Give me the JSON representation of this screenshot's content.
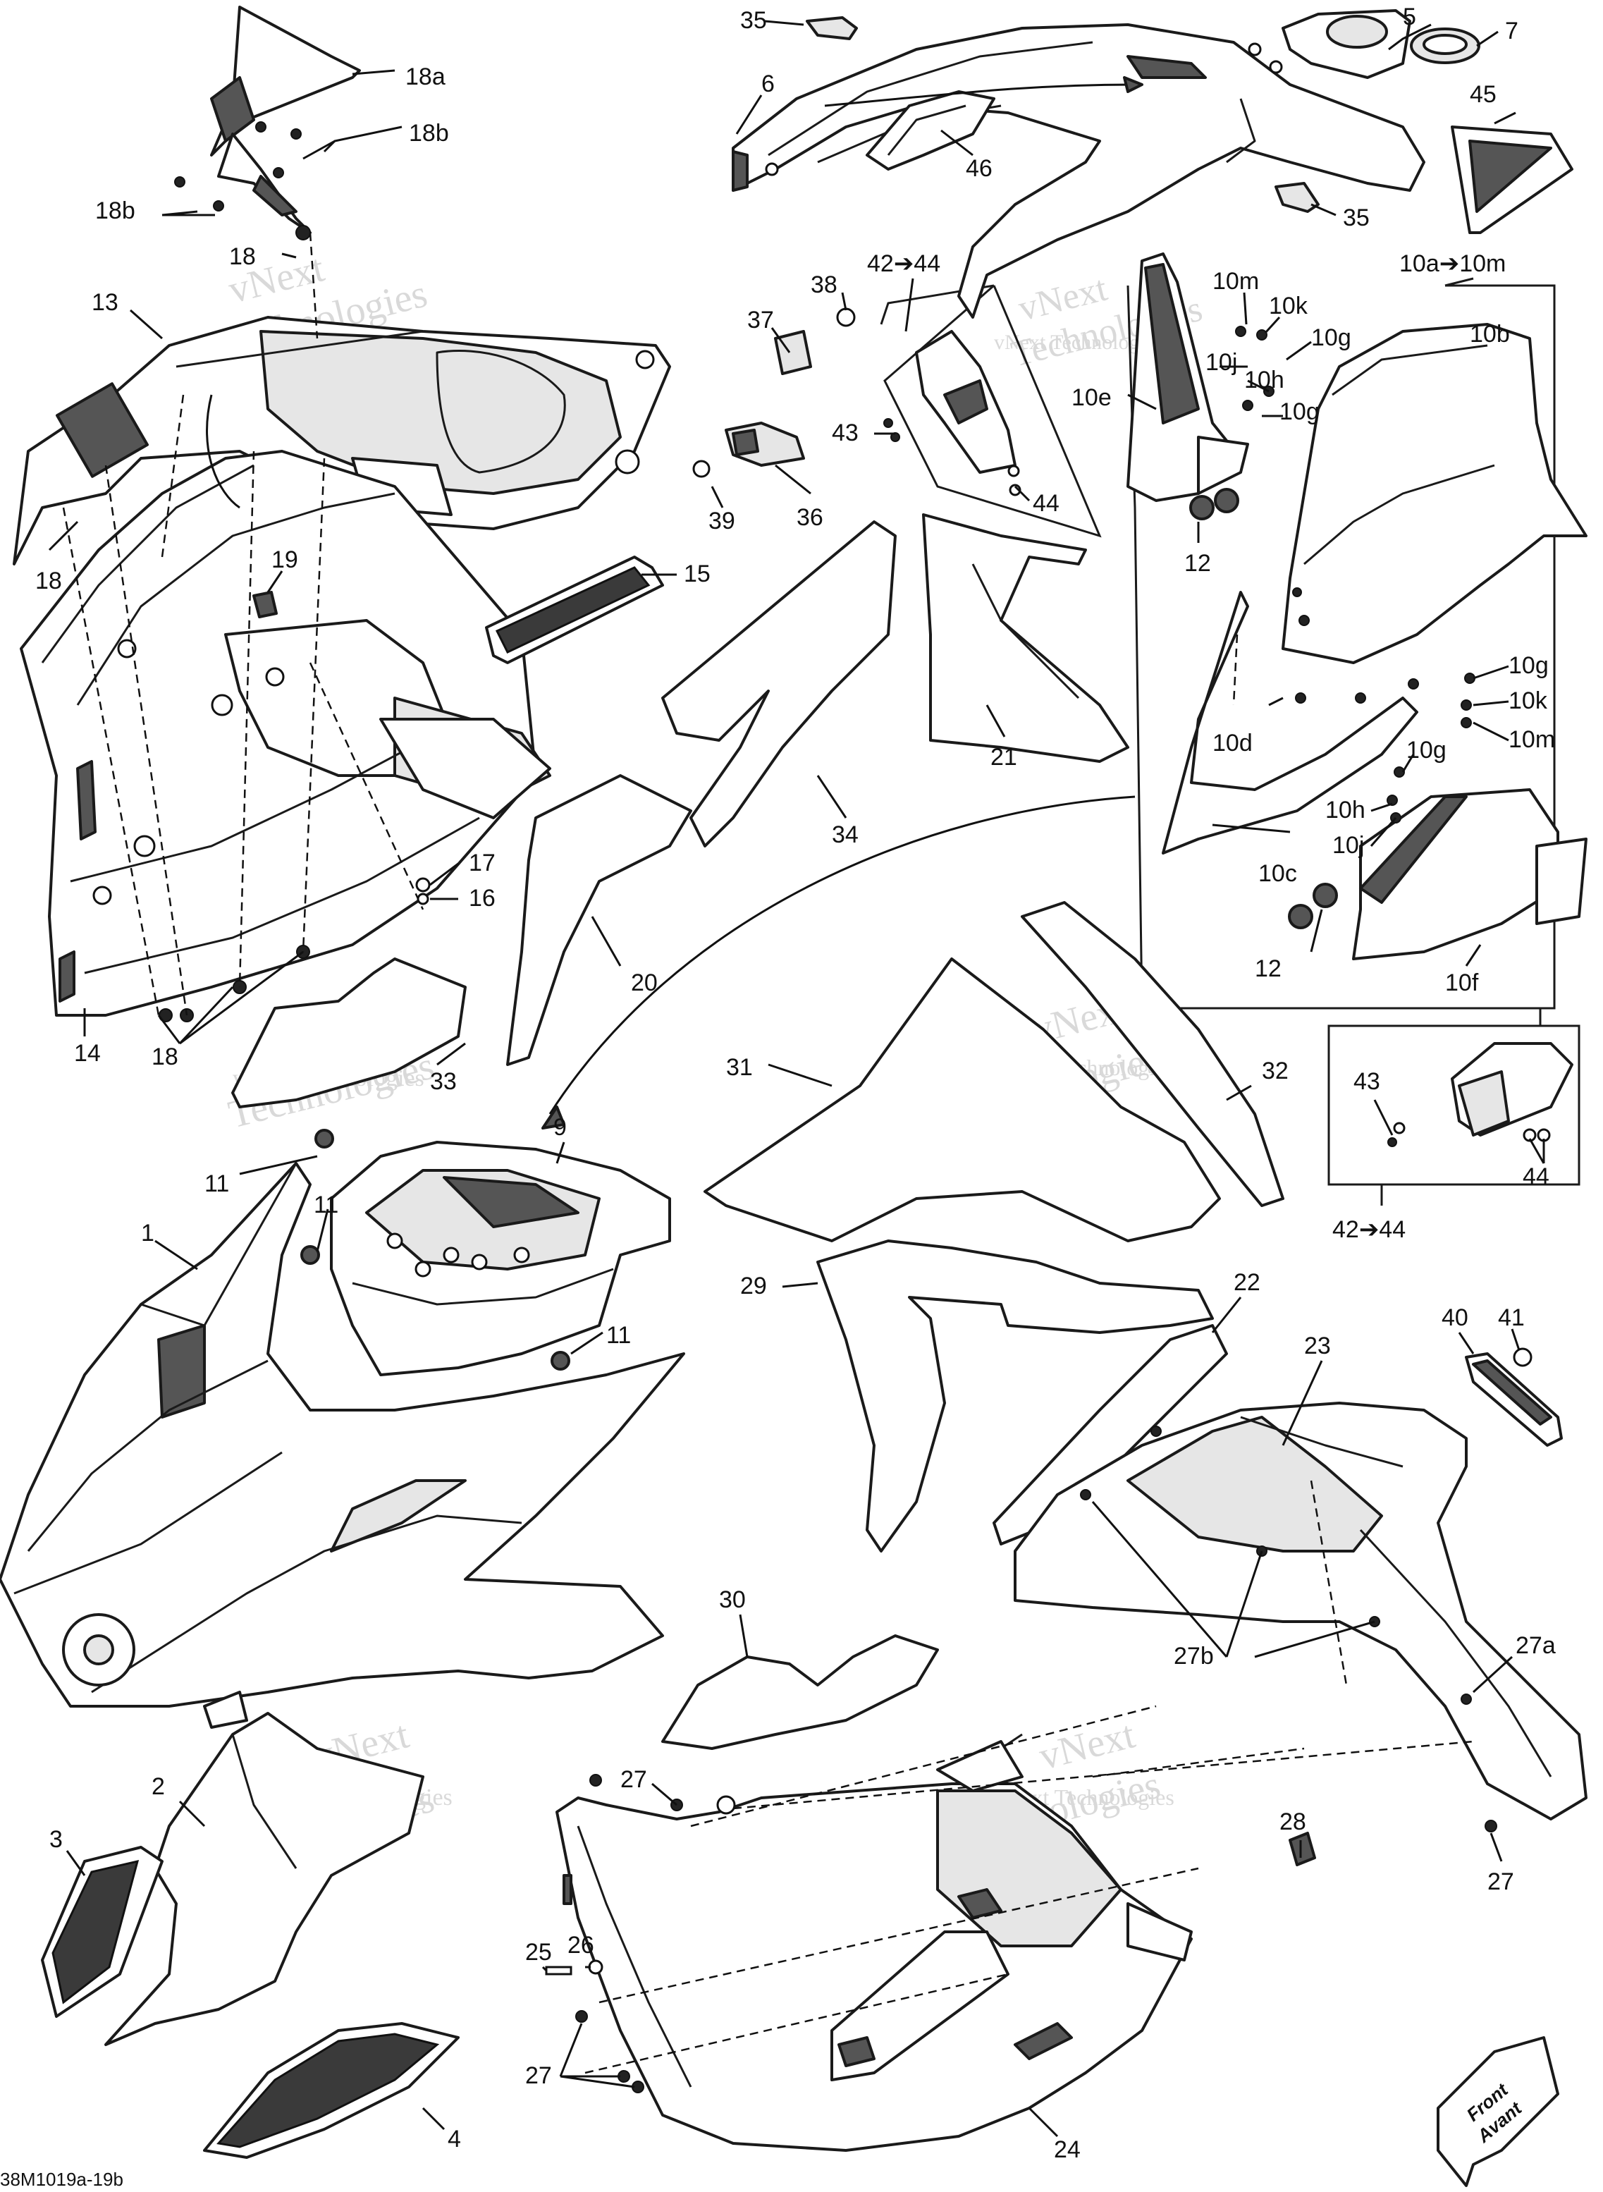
{
  "diagram": {
    "code": "38M1019a-19b",
    "front_badge": [
      "Front",
      "Avant"
    ],
    "watermark": [
      "vNext Technologies",
      "vNext",
      "Technologies"
    ],
    "labels": [
      "35",
      "5",
      "7",
      "6",
      "45",
      "46",
      "35",
      "10a➔10m",
      "18a",
      "18b",
      "18b",
      "18",
      "13",
      "37",
      "38",
      "42➔44",
      "10m",
      "10k",
      "10g",
      "10j",
      "10h",
      "10e",
      "10g",
      "10b",
      "43",
      "44",
      "39",
      "36",
      "12",
      "18",
      "19",
      "15",
      "21",
      "34",
      "10g",
      "10k",
      "10m",
      "10d",
      "10g",
      "10h",
      "10j",
      "10c",
      "20",
      "17",
      "16",
      "12",
      "10f",
      "14",
      "18",
      "33",
      "31",
      "32",
      "43",
      "44",
      "42➔44",
      "9",
      "11",
      "11",
      "11",
      "1",
      "29",
      "22",
      "40",
      "41",
      "23",
      "27a",
      "27b",
      "30",
      "2",
      "3",
      "27",
      "28",
      "25",
      "26",
      "27",
      "27",
      "4",
      "24"
    ]
  }
}
